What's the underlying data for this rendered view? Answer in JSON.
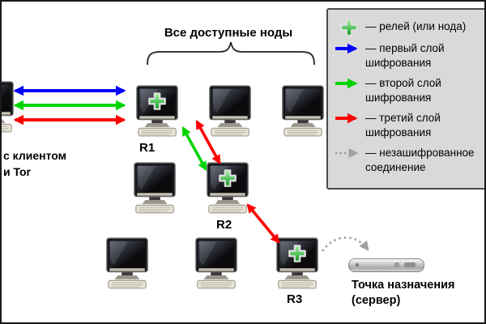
{
  "diagram": {
    "title": "Все доступные ноды",
    "client_line1": "с клиентом",
    "client_line2": "и Tor",
    "nodes": {
      "r1": "R1",
      "r2": "R2",
      "r3": "R3"
    },
    "dest_line1": "Точка назначения",
    "dest_line2": "(сервер)"
  },
  "legend": {
    "items": [
      {
        "name": "relay",
        "label": "— релей (или нода)"
      },
      {
        "name": "layer1",
        "label": "— первый слой шифрования"
      },
      {
        "name": "layer2",
        "label": "— второй слой шифрования"
      },
      {
        "name": "layer3",
        "label": "— третий слой шифрования"
      },
      {
        "name": "unencrypted",
        "label": "— незашифрованное соединение"
      }
    ]
  },
  "colors": {
    "blue": "#0000ff",
    "green": "#00d400",
    "red": "#ff0000",
    "gray": "#a0a0a0",
    "relay_green": "#129b12"
  }
}
